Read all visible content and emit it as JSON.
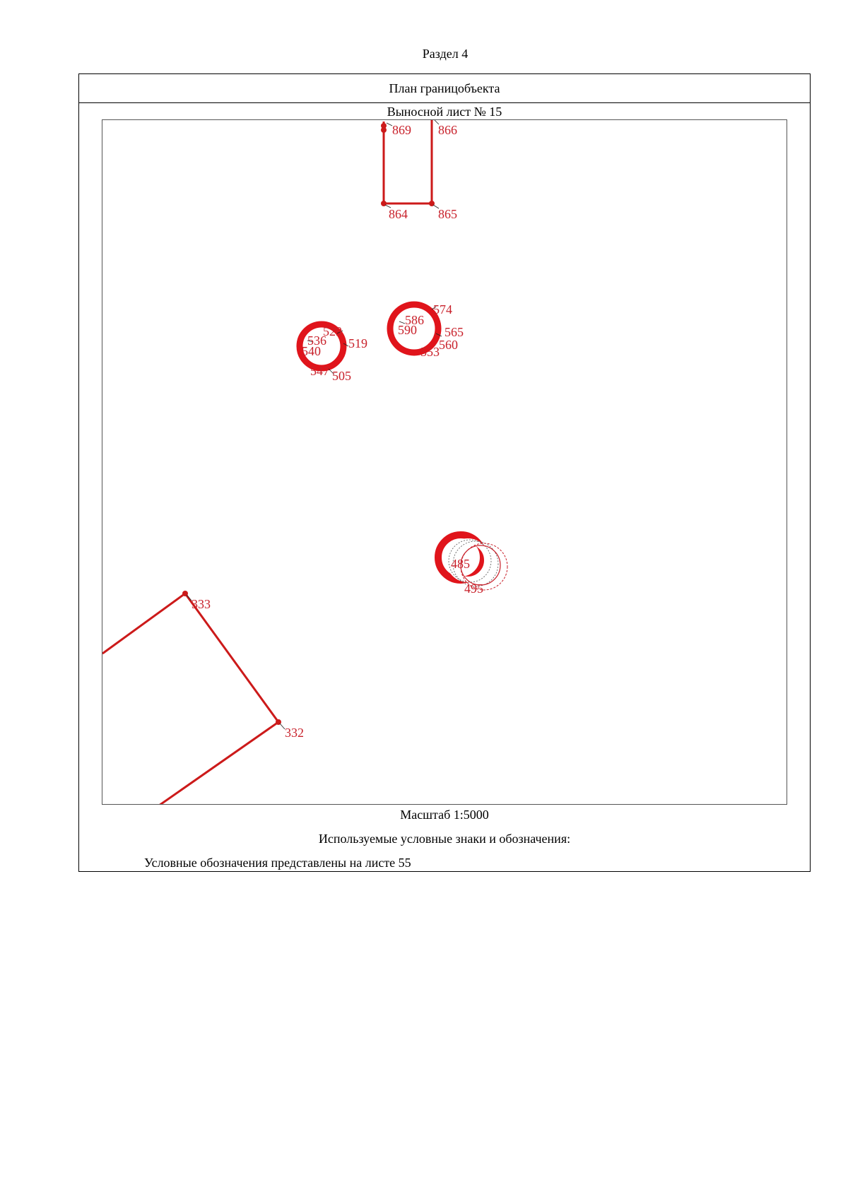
{
  "document": {
    "section": "Раздел 4",
    "plan_title": "План границобъекта",
    "sheet_title": "Выносной лист № 15",
    "scale": "Масштаб 1:5000",
    "legend_title": "Используемые условные знаки и обозначения:",
    "legend_note": "Условные обозначения представлены на листе 55"
  },
  "map": {
    "boundary_color": "#cc1a1a",
    "label_color": "#c8202a",
    "points": [
      {
        "id": "869",
        "label": "869"
      },
      {
        "id": "866",
        "label": "866"
      },
      {
        "id": "864",
        "label": "864"
      },
      {
        "id": "865",
        "label": "865"
      },
      {
        "id": "574",
        "label": "574"
      },
      {
        "id": "586",
        "label": "586"
      },
      {
        "id": "590",
        "label": "590"
      },
      {
        "id": "565",
        "label": "565"
      },
      {
        "id": "560",
        "label": "560"
      },
      {
        "id": "553",
        "label": "553"
      },
      {
        "id": "529",
        "label": "529"
      },
      {
        "id": "536",
        "label": "536"
      },
      {
        "id": "540",
        "label": "540"
      },
      {
        "id": "519",
        "label": "519"
      },
      {
        "id": "547",
        "label": "547"
      },
      {
        "id": "505",
        "label": "505"
      },
      {
        "id": "485",
        "label": "485"
      },
      {
        "id": "495",
        "label": "495"
      },
      {
        "id": "333",
        "label": "333"
      },
      {
        "id": "332",
        "label": "332"
      }
    ]
  }
}
